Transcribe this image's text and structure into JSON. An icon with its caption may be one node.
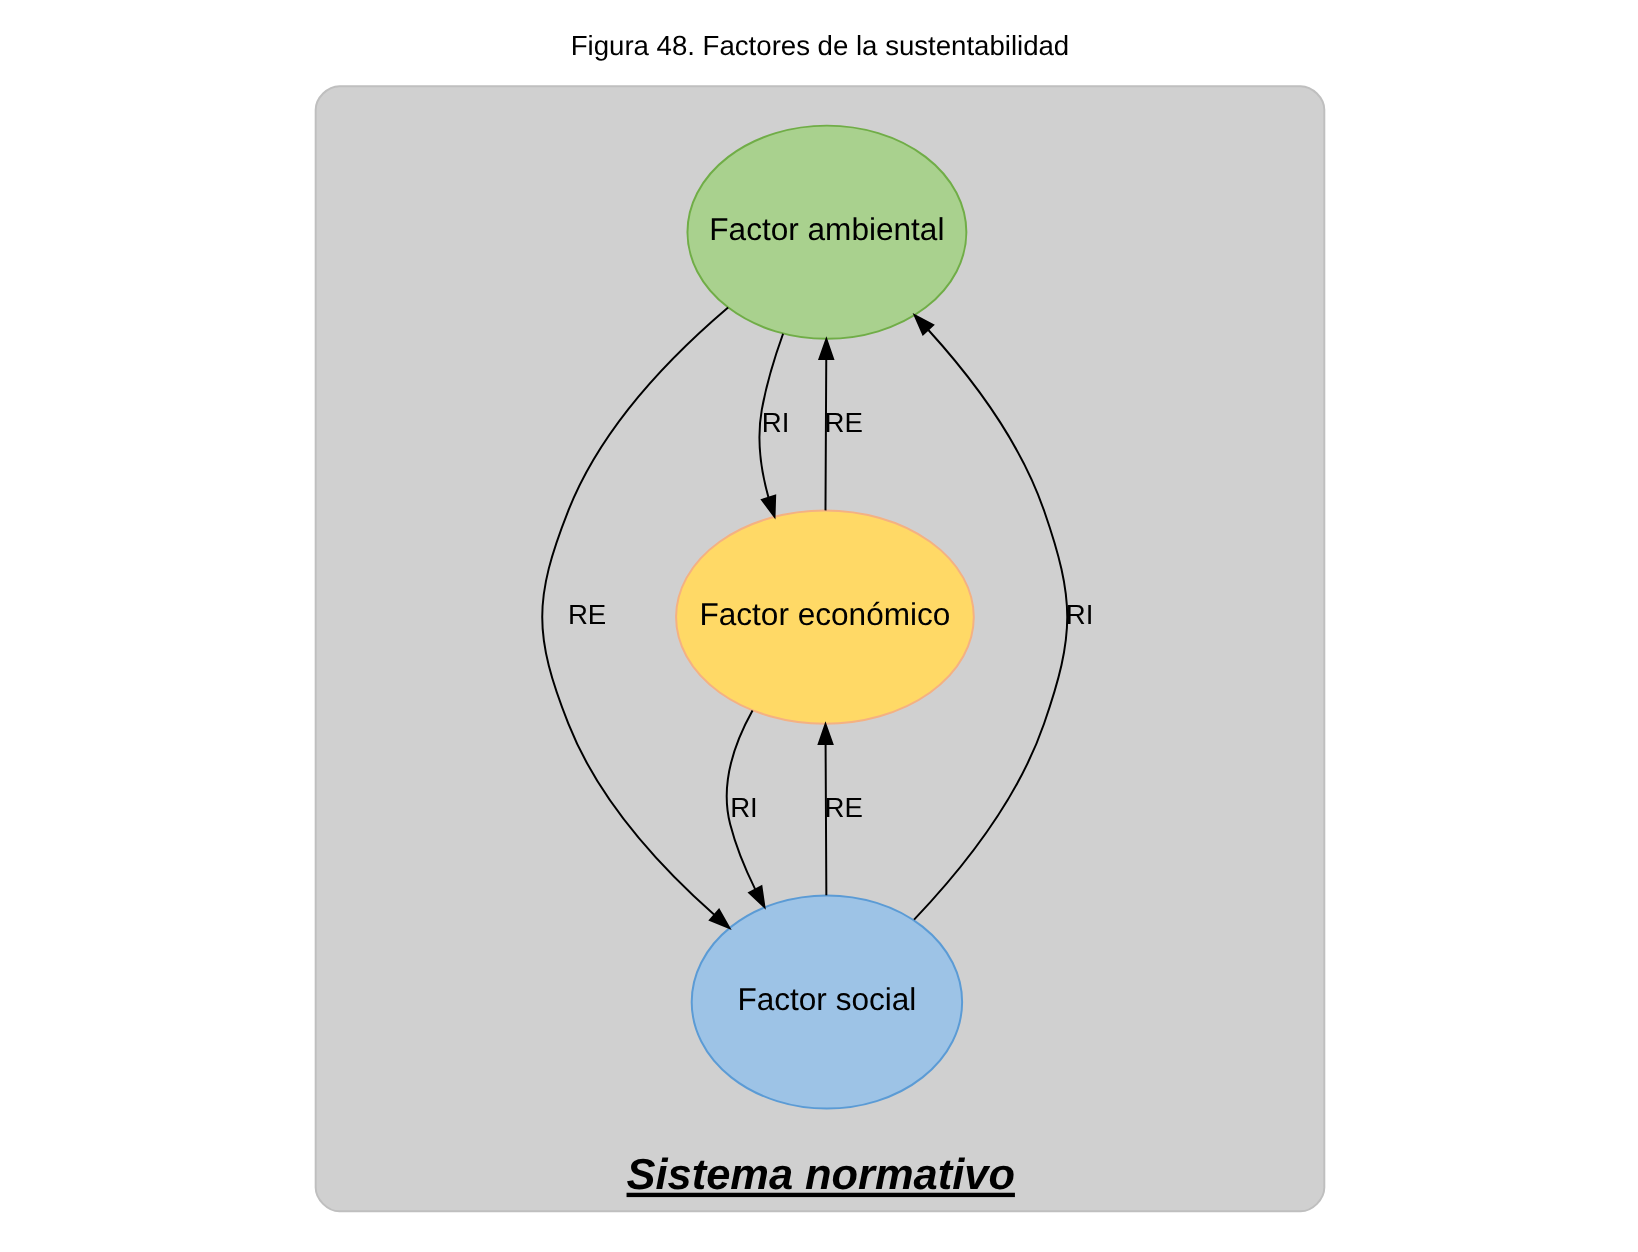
{
  "diagram": {
    "title": "Figura 48. Factores de la sustentabilidad",
    "nodes": [
      {
        "text": [
          "Sistema normativo"
        ]
      },
      {
        "text": [
          "Factor ambiental"
        ],
        "in": 0
      },
      {
        "text": [
          "Factor económico"
        ],
        "in": 0
      },
      {
        "text": [
          "Factor social"
        ],
        "in": 0
      }
    ],
    "edges": [
      {
        "from": 2,
        "to": 1,
        "arrow": "to",
        "label": "RE"
      },
      {
        "from": 3,
        "to": 1,
        "arrow": "to",
        "label": "RI"
      },
      {
        "from": 2,
        "to": 3,
        "arrow": "to",
        "label": "RI"
      },
      {
        "from": 1,
        "to": 3,
        "arrow": "to",
        "label": "RE"
      },
      {
        "from": 1,
        "to": 2,
        "arrow": "to",
        "label": "RI"
      },
      {
        "from": 3,
        "to": 2,
        "arrow": "to",
        "label": "RE"
      }
    ]
  }
}
